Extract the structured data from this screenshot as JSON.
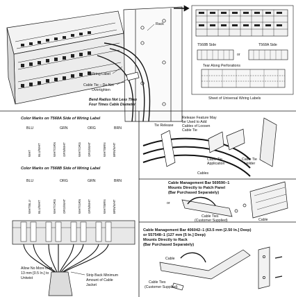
{
  "labels": {
    "rack": "Rack",
    "wiring_label": "Wiring Label",
    "cable_tie_note_1": "Cable Tie – Do Not",
    "cable_tie_note_2": "Overtighten",
    "bend_radius_1": "Bend Radius Not Less Than",
    "bend_radius_2": "Four Times Cable Diameter",
    "t568b_side": "T568B Side",
    "or_1": "or",
    "t568a_side": "T568A Side",
    "tear_perforations": "Tear Along Perforations",
    "sheet_universal": "Sheet of Universal Wiring Labels",
    "color_marks_568a": "Color Marks on T568A Side of Wiring Label",
    "color_marks_568b": "Color Marks on T568B Side of Wiring Label",
    "tie_release": "Tie Release",
    "release_feature_1": "Release Feature May",
    "release_feature_2": "be Used to Add",
    "release_feature_3": "Cables of Loosen",
    "release_feature_4": "Cable Tie",
    "cables": "Cables",
    "cable_tie_application_1": "Cable Tie",
    "cable_tie_application_2": "Application",
    "cable_tie_holder_1": "Cable Tie",
    "cable_tie_holder_2": "Holder",
    "cmb1_1": "Cable Management Bar 569590–1",
    "cmb1_2": "Mounts Directly to Patch Panel",
    "cmb1_3": "(Bar Purchased Separately)",
    "or_2": "or",
    "cable_ties_supplied_1": "Cable Ties",
    "cable_ties_supplied_2": "(Customer Supplied)",
    "cable_1": "Cable",
    "cmb2_1": "Cable Management Bar 406042–1 (63.5 mm [2.50 In.] Deep)",
    "cmb2_2": "or 557548–1 (127 mm [5 In.] Deep)",
    "cmb2_3": "Mounts Directly to Rack",
    "cmb2_4": "(Bar Purchased Separately)",
    "cable_2": "Cable",
    "cable_ties_supplied_3": "Cable Ties",
    "cable_ties_supplied_4": "(Customer Supplied)",
    "untwist_1": "Allow No More than",
    "untwist_2": "13 mm [0.5 In.] to",
    "untwist_3": "Untwist",
    "strip_back_1": "Strip Back Minimum",
    "strip_back_2": "Amount of Cable",
    "strip_back_3": "Jacket"
  },
  "t568a": {
    "groups": [
      "BLU",
      "GRN",
      "ORG",
      "BRN"
    ],
    "wires": [
      "WHT",
      "BLU/WHT",
      "WHT/GRN",
      "GRN/WHT",
      "WHT/ORG",
      "ORG/WHT",
      "WHT/BRN",
      "BRN/WHT"
    ]
  },
  "t568b": {
    "groups": [
      "BLU",
      "ORG",
      "GRN",
      "BRN"
    ],
    "wires": [
      "WHT/BLU",
      "BLU/WHT",
      "WHT/ORG",
      "ORG/WHT",
      "WHT/GRN",
      "GRN/WHT",
      "WHT/BRN",
      "BRN/WHT"
    ]
  }
}
